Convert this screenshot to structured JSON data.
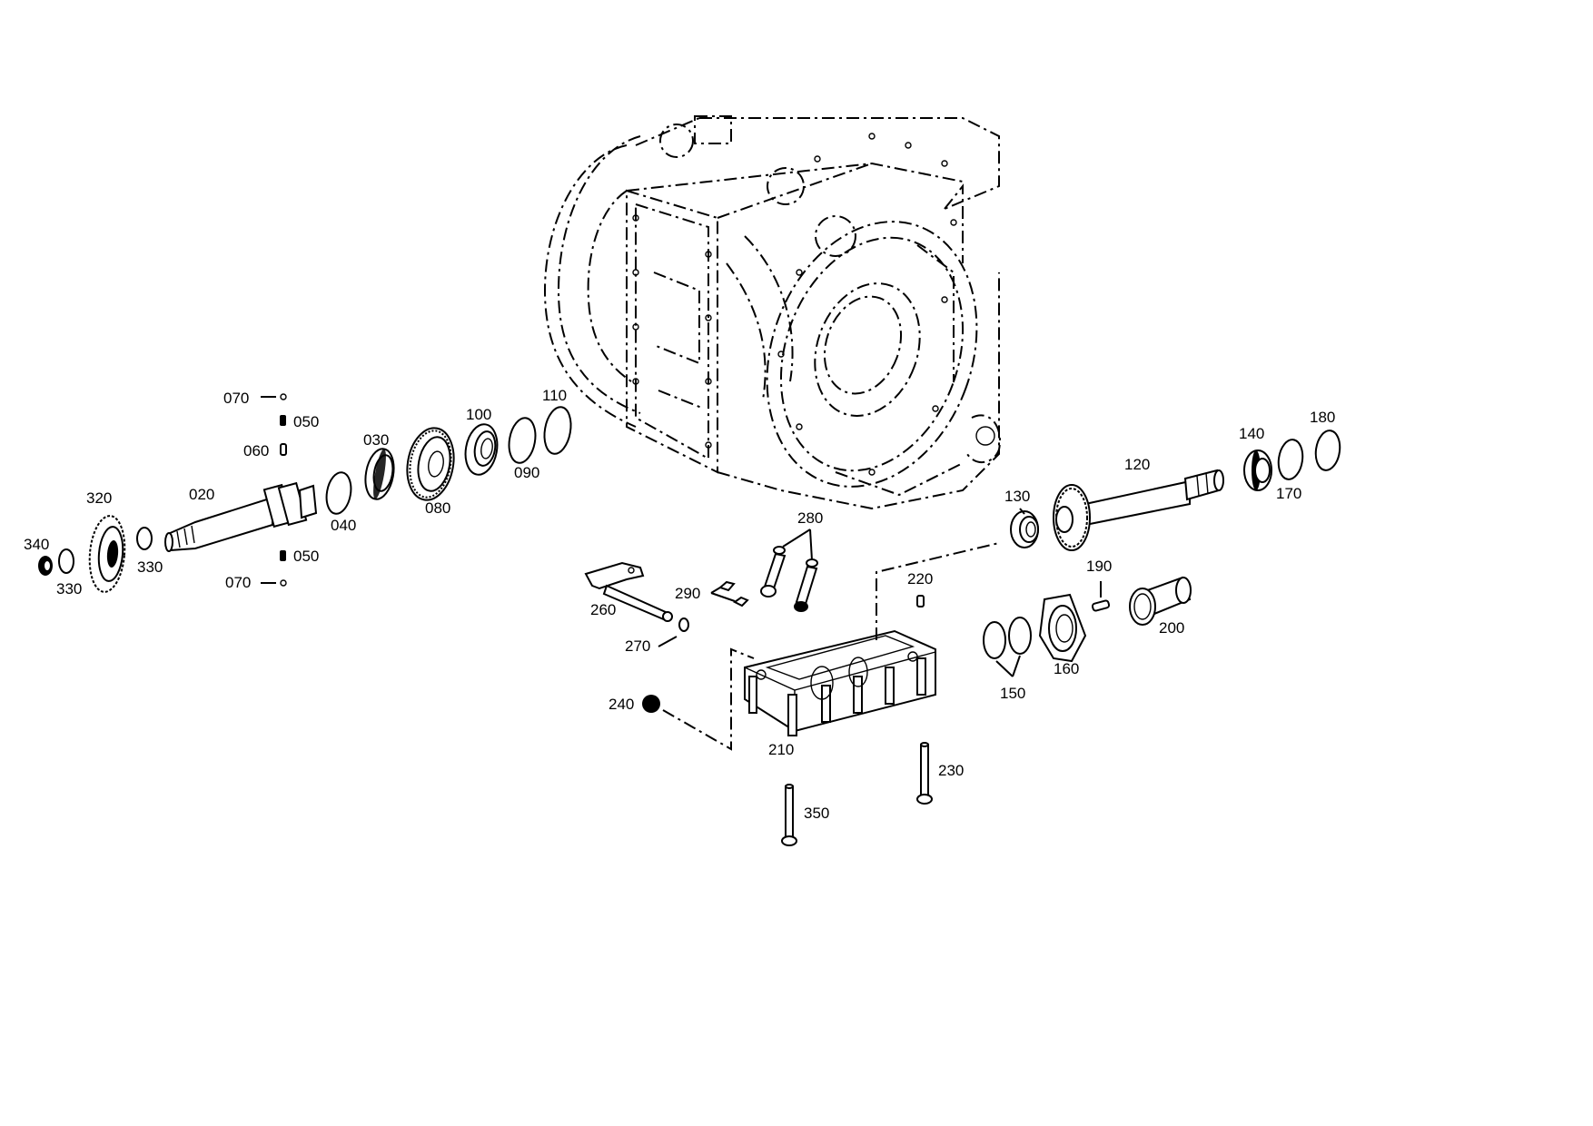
{
  "labels": {
    "p010_housing": "",
    "p020": "020",
    "p030": "030",
    "p040": "040",
    "p050_top": "050",
    "p050_bottom": "050",
    "p060": "060",
    "p070_top": "070",
    "p070_bottom": "070",
    "p080": "080",
    "p090": "090",
    "p100": "100",
    "p110": "110",
    "p120": "120",
    "p130": "130",
    "p140": "140",
    "p150": "150",
    "p160": "160",
    "p170": "170",
    "p180": "180",
    "p190": "190",
    "p200": "200",
    "p210": "210",
    "p220": "220",
    "p230": "230",
    "p240": "240",
    "p260": "260",
    "p270": "270",
    "p280": "280",
    "p290": "290",
    "p320": "320",
    "p330_left": "330",
    "p330_right": "330",
    "p340": "340",
    "p350": "350"
  }
}
